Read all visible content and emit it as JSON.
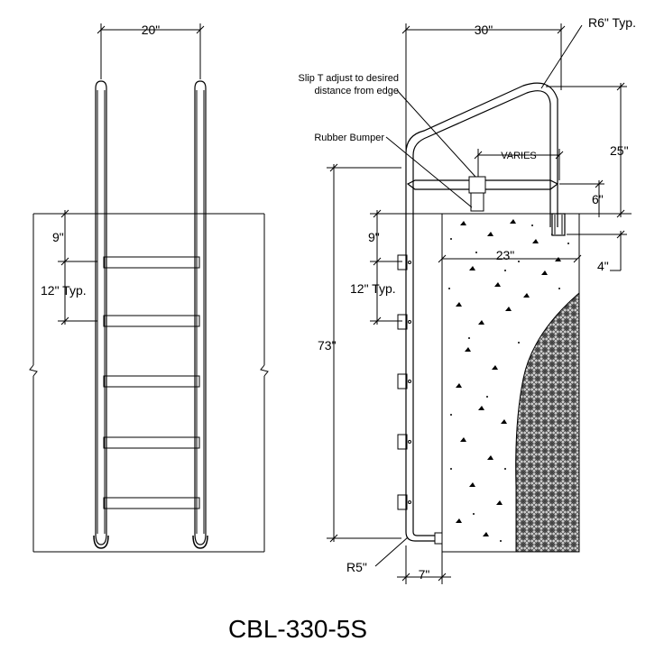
{
  "drawing": {
    "model_number": "CBL-330-5S",
    "front_view": {
      "width_dim": "20\"",
      "top_step_dim": "9\"",
      "step_spacing_dim": "12\" Typ."
    },
    "side_view": {
      "width_dim": "30\"",
      "bend_radius_top": "R6\" Typ.",
      "note_slip_t": "Slip T adjust to desired distance from edge",
      "note_bumper": "Rubber Bumper",
      "varies_label": "VARIES",
      "rail_height_dim": "25\"",
      "handrail_above_deck_dim": "6\"",
      "coping_dim": "4\"",
      "wall_thickness_dim": "23\"",
      "top_step_dim": "9\"",
      "step_spacing_dim": "12\" Typ.",
      "overall_height_dim": "73\"",
      "bend_radius_bottom": "R5\"",
      "offset_dim": "7\""
    }
  }
}
